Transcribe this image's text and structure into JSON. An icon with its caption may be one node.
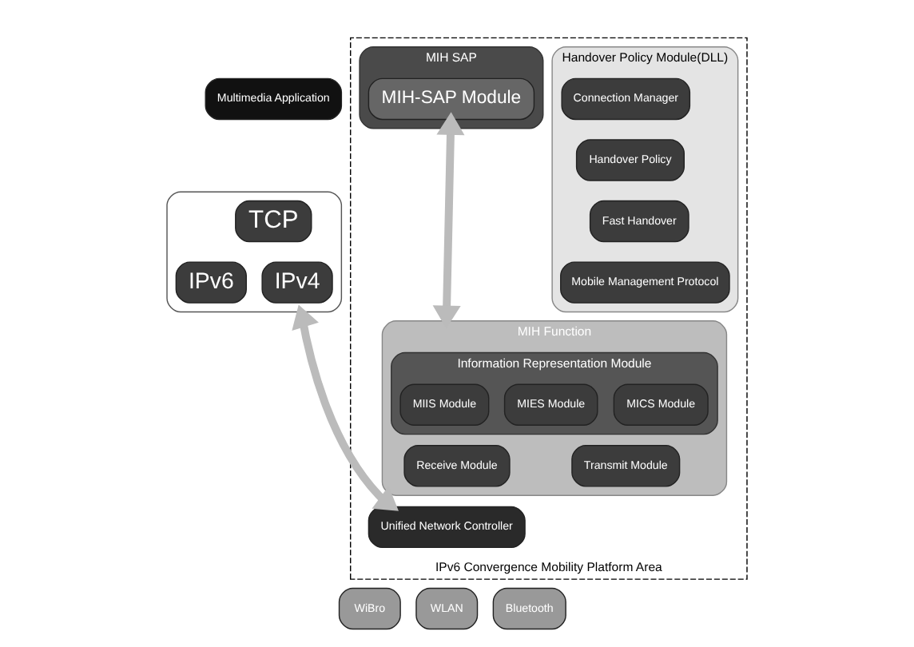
{
  "diagram": {
    "nodes": [
      {
        "text": [
          "Multimedia Application"
        ]
      },
      {
        "text": [],
        "shape": "box"
      },
      {
        "text": [
          "TCP"
        ],
        "in": 1
      },
      {
        "text": [
          "IPv6"
        ],
        "in": 1
      },
      {
        "text": [
          "IPv4"
        ],
        "in": 1
      },
      {
        "text": [
          "IPv6 Convergence Mobility Platform Area"
        ]
      },
      {
        "text": [
          "Handover Policy Module(DLL)"
        ],
        "in": 5
      },
      {
        "text": [
          "Connection Manager"
        ],
        "in": 6
      },
      {
        "text": [
          "Handover Policy"
        ],
        "in": 6
      },
      {
        "text": [
          "Fast Handover"
        ],
        "in": 6
      },
      {
        "text": [
          "Mobile Management Protocol"
        ],
        "in": 6
      },
      {
        "text": [
          "MIH SAP"
        ],
        "in": 5
      },
      {
        "text": [
          "MIH-SAP Module"
        ],
        "in": 11
      },
      {
        "text": [
          "MIH Function"
        ],
        "in": 5
      },
      {
        "text": [
          "Information Representation Module"
        ],
        "in": 13
      },
      {
        "text": [
          "MIIS Module"
        ],
        "in": 14
      },
      {
        "text": [
          "MIES Module"
        ],
        "in": 14
      },
      {
        "text": [
          "MICS Module"
        ],
        "in": 14
      },
      {
        "text": [
          "Receive Module"
        ],
        "in": 13
      },
      {
        "text": [
          "Transmit Module"
        ],
        "in": 13
      },
      {
        "text": [
          "Unified Network Controller"
        ],
        "in": 5
      },
      {
        "text": [
          "WiBro"
        ]
      },
      {
        "text": [
          "WLAN"
        ]
      },
      {
        "text": [
          "Bluetooth"
        ]
      }
    ],
    "edges": [
      {
        "from": 1,
        "to": 20,
        "arrow": "both"
      },
      {
        "from": 12,
        "to": 13,
        "arrow": "both"
      }
    ]
  }
}
